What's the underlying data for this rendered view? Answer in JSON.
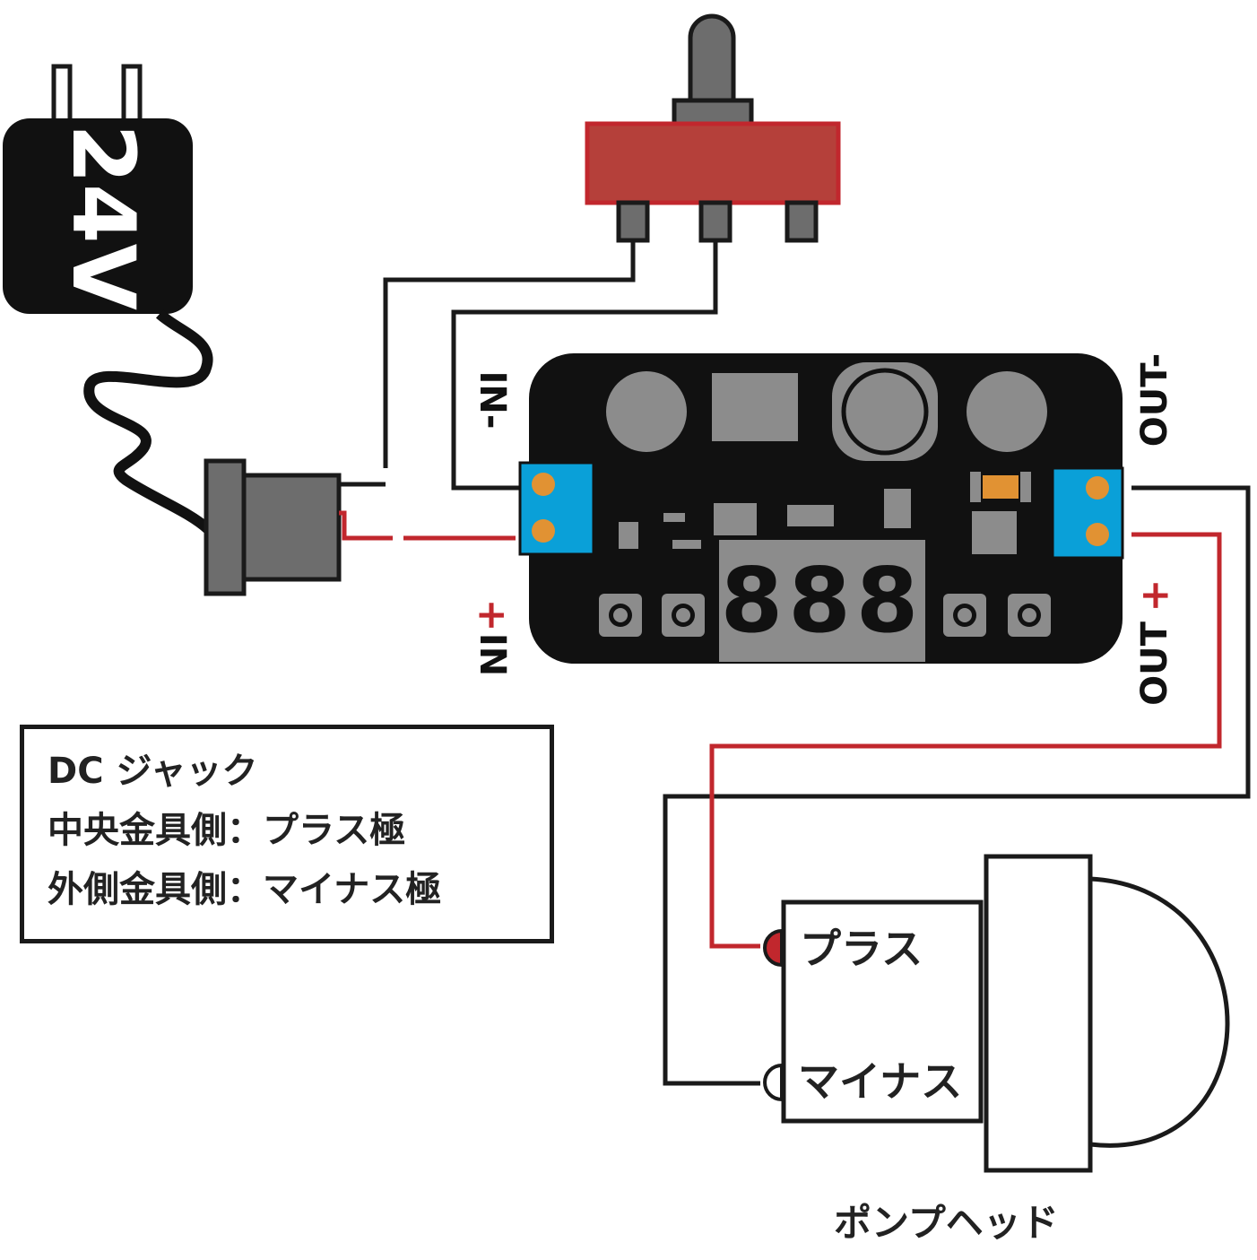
{
  "adapter": {
    "voltage_label": "24V"
  },
  "module": {
    "display": "888"
  },
  "terminals": {
    "in_minus": "IN-",
    "in_plus_text": "IN",
    "in_plus_sign": "+",
    "out_minus": "OUT-",
    "out_plus_text": "OUT",
    "out_plus_sign": "+"
  },
  "note": {
    "line1": "DC ジャック",
    "line2": "中央金具側：プラス極",
    "line3": "外側金具側：マイナス極"
  },
  "pump": {
    "plus_label": "プラス",
    "minus_label": "マイナス",
    "caption": "ポンプヘッド"
  },
  "colors": {
    "wire_black": "#1a1a1a",
    "wire_red": "#c1272d",
    "switch_red": "#b5403a",
    "terminal_blue": "#0aa0d8",
    "screw_orange": "#e19233",
    "component_gray": "#8c8c8c",
    "board_black": "#111111"
  }
}
